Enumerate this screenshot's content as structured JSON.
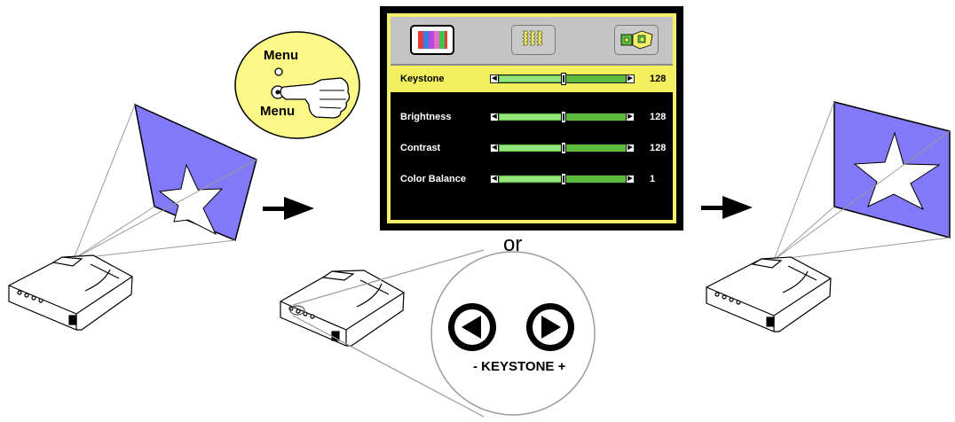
{
  "menu_callout": {
    "top_label": "Menu",
    "bottom_label": "Menu"
  },
  "osd": {
    "tabs": [
      {
        "icon": "color-bars-icon",
        "selected": true
      },
      {
        "icon": "image-adjust-icon",
        "selected": false
      },
      {
        "icon": "settings-icon",
        "selected": false
      }
    ],
    "rows": [
      {
        "label": "Keystone",
        "value": "128",
        "level": 0.5,
        "selected": true
      },
      {
        "label": "Brightness",
        "value": "128",
        "level": 0.5,
        "selected": false
      },
      {
        "label": "Contrast",
        "value": "128",
        "level": 0.5,
        "selected": false
      },
      {
        "label": "Color Balance",
        "value": "1",
        "level": 0.5,
        "selected": false
      }
    ],
    "colors": {
      "frame": "#f3ef6a",
      "highlight": "#f4ef5e",
      "slider": "#5cbb3c"
    }
  },
  "or_label": "or",
  "keystone_label": "- KEYSTONE +",
  "colors": {
    "screen": "#8279f8",
    "callout": "#fcf887"
  }
}
